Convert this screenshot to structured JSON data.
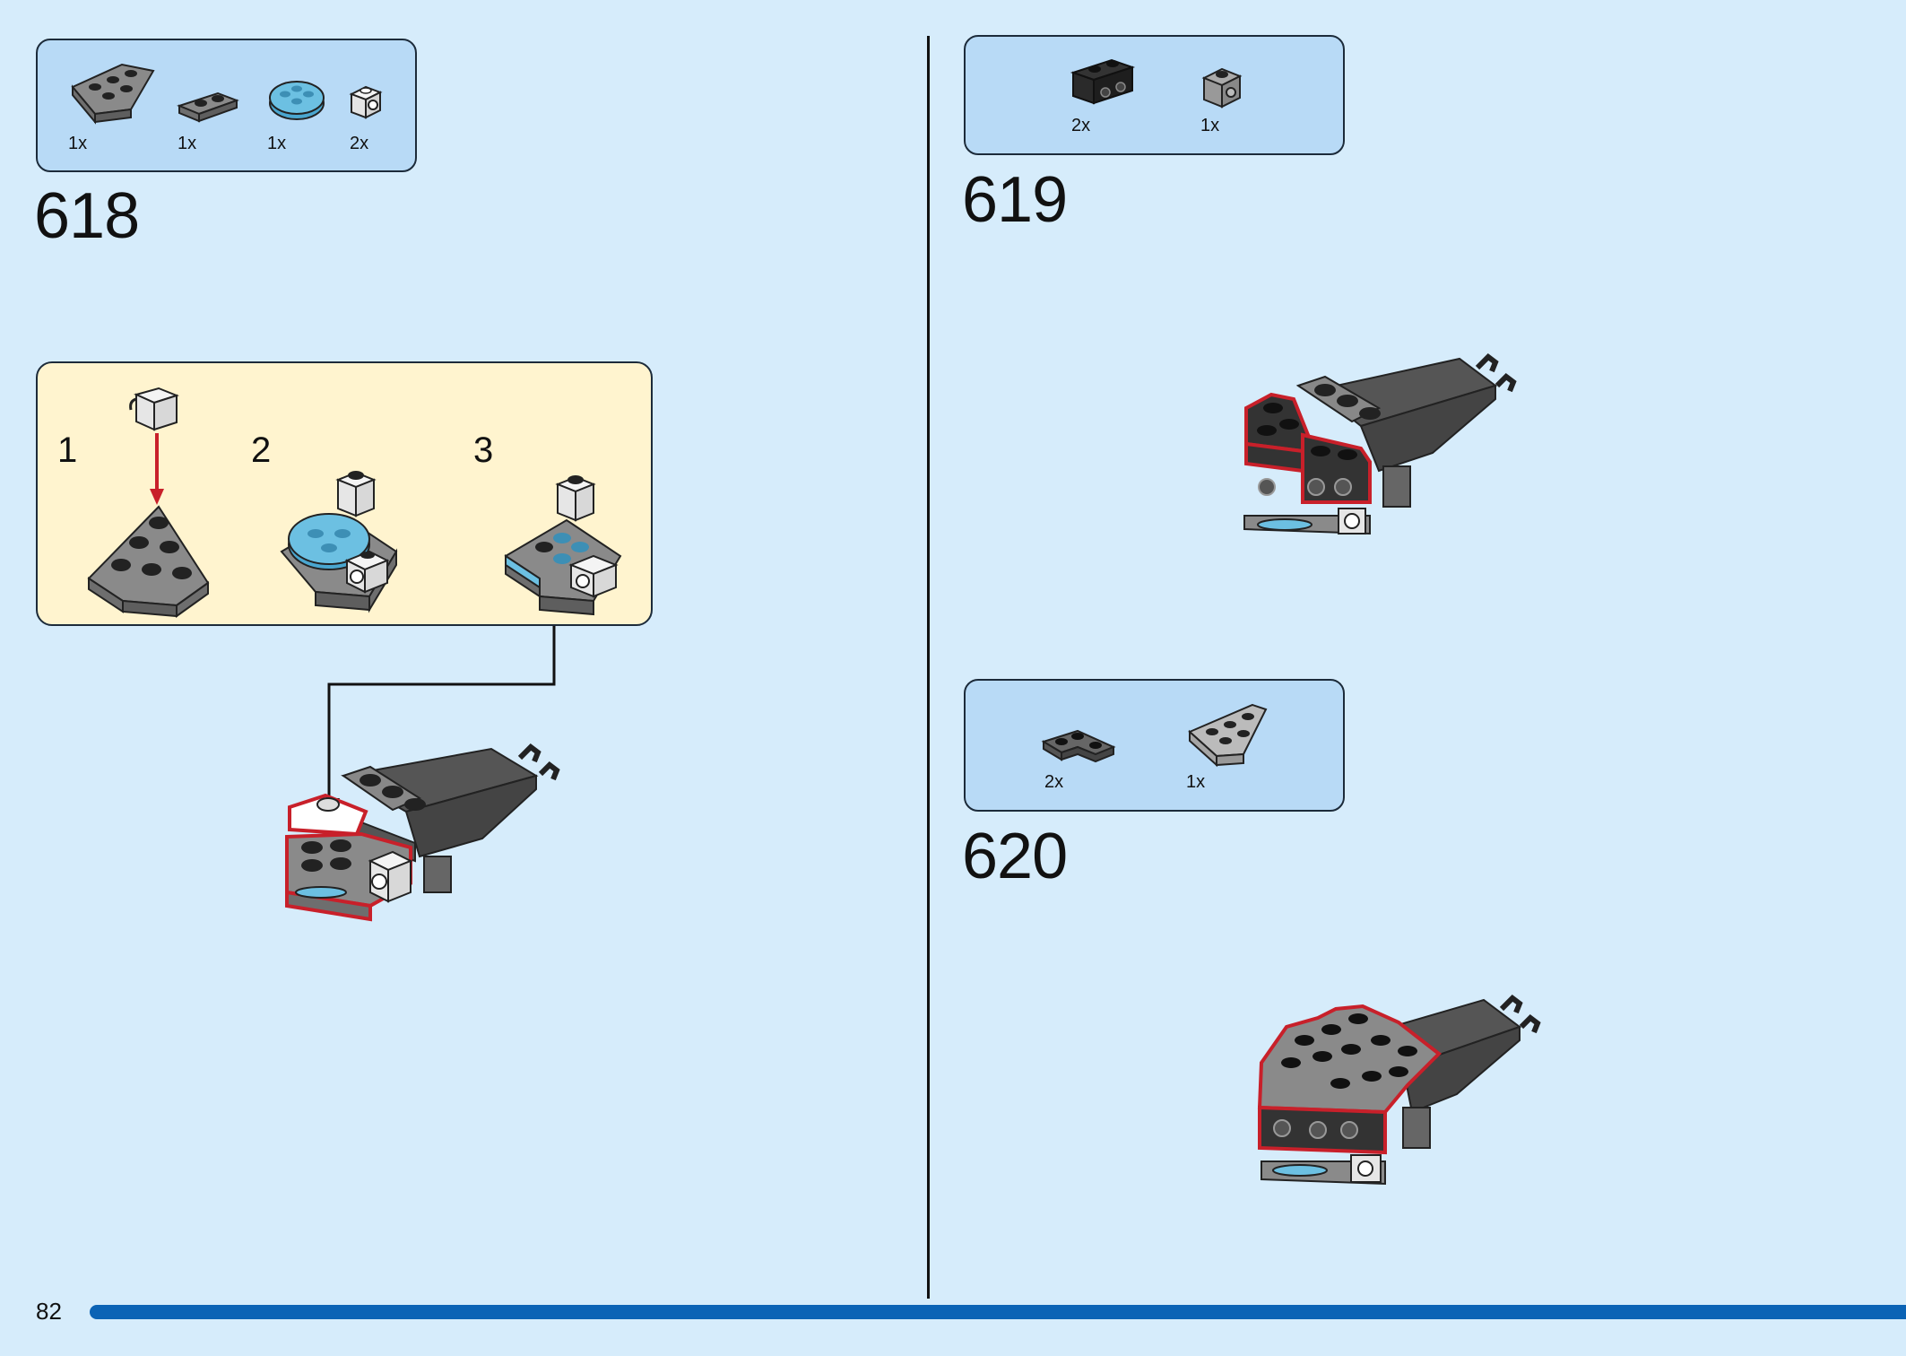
{
  "steps": [
    {
      "number": "618",
      "parts": [
        {
          "icon": "wedge-plate-gray-icon",
          "qty": "1x"
        },
        {
          "icon": "plate-1x2-gray-icon",
          "qty": "1x"
        },
        {
          "icon": "round-plate-blue-icon",
          "qty": "1x"
        },
        {
          "icon": "brick-stud-white-icon",
          "qty": "2x"
        }
      ],
      "substeps": [
        "1",
        "2",
        "3"
      ]
    },
    {
      "number": "619",
      "parts": [
        {
          "icon": "brick-1x2-black-icon",
          "qty": "2x"
        },
        {
          "icon": "brick-1x1-gray-icon",
          "qty": "1x"
        }
      ]
    },
    {
      "number": "620",
      "parts": [
        {
          "icon": "corner-plate-gray-icon",
          "qty": "2x"
        },
        {
          "icon": "wedge-plate-light-gray-icon",
          "qty": "1x"
        }
      ]
    }
  ],
  "page": {
    "number": "82"
  },
  "colors": {
    "background": "#d6ecfb",
    "parts_box": "#b8daf6",
    "substep_box": "#fff4cf",
    "progress_bar": "#0b63b5",
    "highlight": "#c8202a"
  }
}
